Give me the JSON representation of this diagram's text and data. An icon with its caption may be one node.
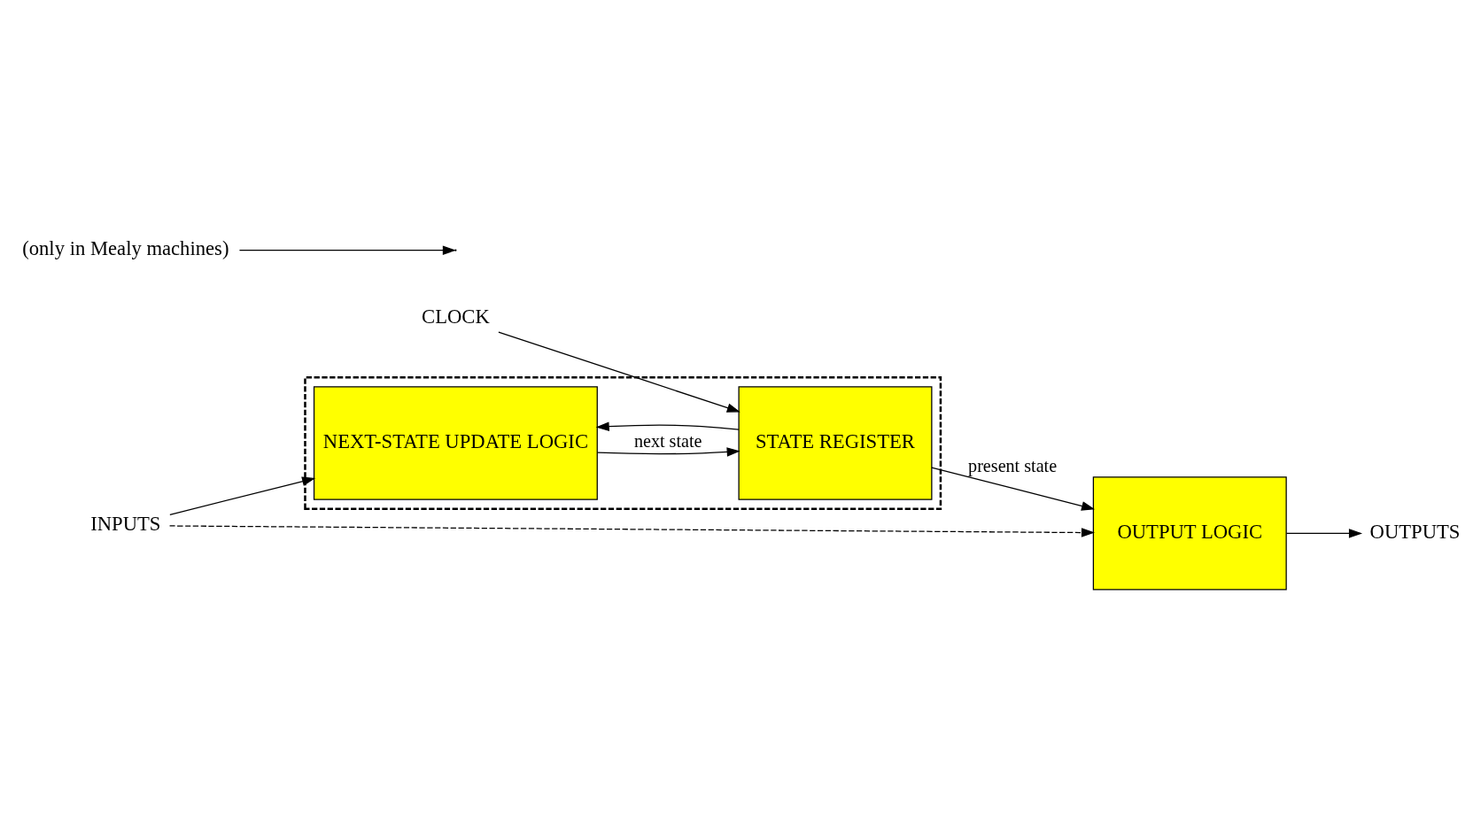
{
  "diagram": {
    "nodes": [
      {
        "text": [
          "INPUTS"
        ]
      },
      {
        "text": [
          "OUTPUT LOGIC"
        ]
      },
      {
        "text": [
          "OUTPUTS"
        ]
      },
      {
        "text": [],
        "shape": "box"
      },
      {
        "text": [
          "NEXT-STATE UPDATE LOGIC"
        ],
        "in": 3
      },
      {
        "text": [
          "STATE REGISTER"
        ],
        "in": 3
      },
      {
        "text": [
          "CLOCK"
        ]
      },
      {
        "text": [
          "(only in Mealy machines)"
        ]
      }
    ],
    "edges": [
      {
        "from": 0,
        "to": 1,
        "arrow": "to",
        "style": "dashed"
      },
      {
        "from": 0,
        "to": 4,
        "arrow": "to"
      },
      {
        "from": 1,
        "to": 2,
        "arrow": "to"
      },
      {
        "from": 4,
        "to": 5,
        "arrow": "to",
        "label": "next state"
      },
      {
        "from": 5,
        "to": 1,
        "arrow": "to",
        "label": "present state"
      },
      {
        "from": 5,
        "to": 4,
        "arrow": "to"
      },
      {
        "from": 6,
        "to": 5,
        "arrow": "to"
      },
      {
        "from": 7,
        "to": null,
        "arrow": "to"
      }
    ]
  }
}
